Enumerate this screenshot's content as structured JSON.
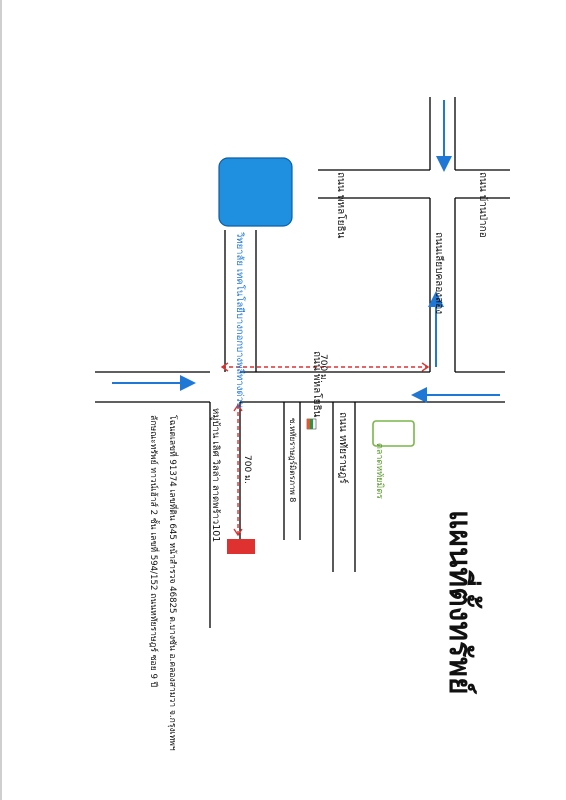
{
  "title": "แผนที่ตั้งทรัพย์",
  "roads": {
    "phahonyothin_top": "ถนน พหลโยธิน",
    "vibhavadi": "ถนนเลียบคลองสอง",
    "khumklao_top": "ถนน บ้านป่ากอ",
    "soi_main": "ถนน หทัยราษฎร์",
    "phahonyothin_bottom": "ถนน พหลโยธิน"
  },
  "landmarks": {
    "college": "วิทยาลัย เทคโนโลยีบางกอกบางพลีทางด่วน",
    "village": "หมู่บ้าน เลิศ วิลล่า ลาดพร้าว101",
    "market": "ตลาดหทัยมิตร",
    "soi_label": "ซ.หทัยราษฎร์มิตรภาพ 8"
  },
  "distances": {
    "horizontal": "700 ม.",
    "vertical": "700 ม."
  },
  "footer": {
    "line1": "โฉนดเลขที่ 91374 เลขที่ดิน 645 หน้าสำรวจ 46825 ต.บางชัน อ.คลองสามวา จ.กรุงเทพฯ",
    "line2": "ลักษณะทรัพย์ ทาวน์เฮ้าส์ 2 ชั้น  เลขที่ 594/152 ถนนหทัยราษฎร์ ซอย 9  ปี"
  },
  "colors": {
    "college_block": "#1f8fe0",
    "property_marker": "#e03131",
    "market_block": "#7ab648",
    "arrow_blue": "#1f77d6",
    "dashed_red": "#e03131"
  },
  "icons": {
    "seven_eleven": "7-eleven-icon"
  }
}
